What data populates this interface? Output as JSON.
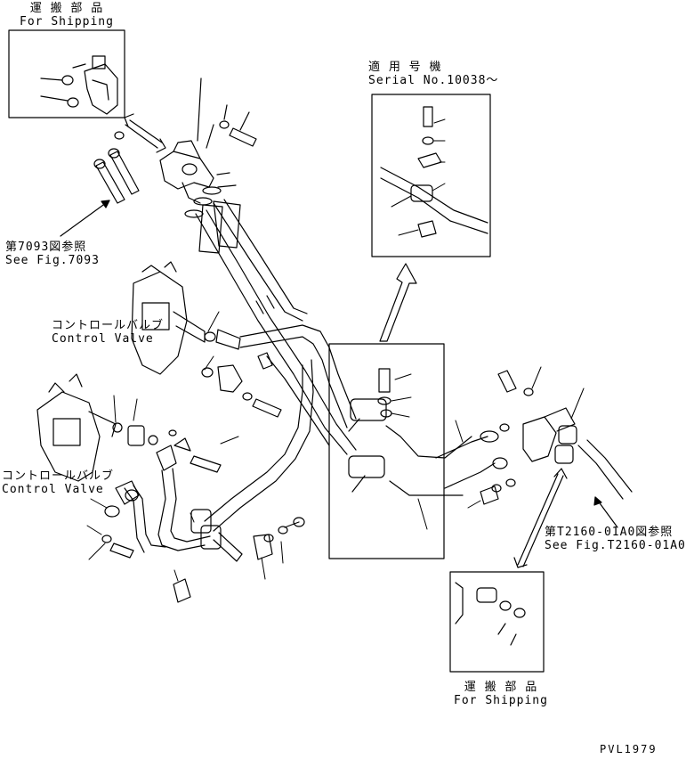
{
  "labels": {
    "shipping_top": {
      "ja": "運 搬 部 品",
      "en": "For Shipping"
    },
    "serial": {
      "ja": "適 用 号 機",
      "en": "Serial No.10038～"
    },
    "ref_7093": {
      "ja": "第7093図参照",
      "en": "See Fig.7093"
    },
    "control_valve_upper": {
      "ja": "コントロールバルブ",
      "en": "Control Valve"
    },
    "control_valve_lower": {
      "ja": "コントロールバルブ",
      "en": "Control Valve"
    },
    "ref_t2160": {
      "ja": "第T2160-01A0図参照",
      "en": "See Fig.T2160-01A0"
    },
    "shipping_bottom": {
      "ja": "運 搬 部 品",
      "en": "For Shipping"
    },
    "drawing_code": "PVL1979"
  }
}
